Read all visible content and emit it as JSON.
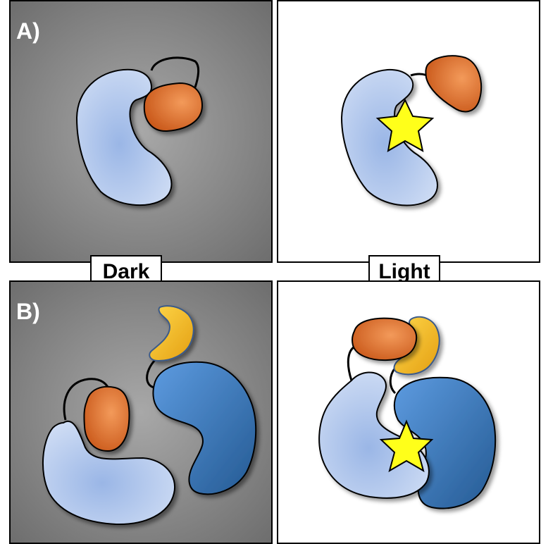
{
  "rows": [
    {
      "label": "A)"
    },
    {
      "label": "B)"
    }
  ],
  "conditions": {
    "dark": "Dark",
    "light": "Light"
  },
  "colors": {
    "dark_panel_center": "#a8a8a8",
    "dark_panel_edge": "#6e6e6e",
    "light_panel": "#ffffff",
    "pale_blue_domain": "#b9cdee",
    "dark_blue_domain": "#3e82c4",
    "orange_domain": "#e0702a",
    "yellow_domain": "#f3b51a",
    "chromophore_star": "#ffff1a"
  }
}
